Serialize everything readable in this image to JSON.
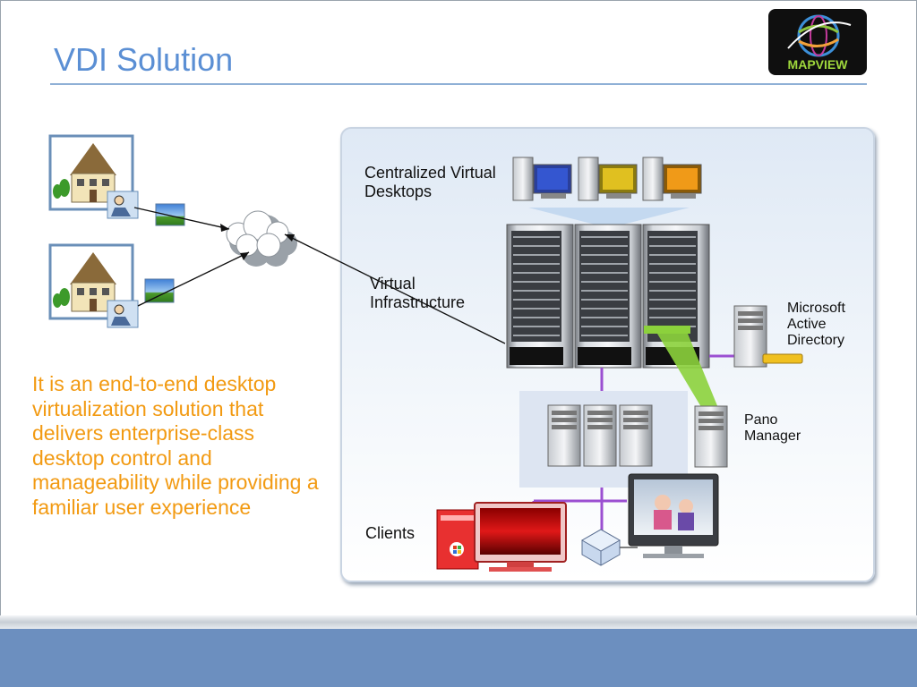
{
  "slide": {
    "title": "VDI Solution",
    "description": "It is an end-to-end desktop virtualization solution that delivers enterprise-class desktop control and manageability while providing a familiar user experience"
  },
  "logo": {
    "text": "MAPVIEW",
    "icon": "globe-logo-icon"
  },
  "diagram": {
    "labels": {
      "centralized": "Centralized Virtual Desktops",
      "virtual": "Virtual Infrastructure",
      "ms_ad": "Microsoft Active Directory",
      "pano": "Pano Manager",
      "clients": "Clients"
    }
  },
  "colors": {
    "title": "#5b8fd4",
    "description": "#f29a12",
    "footer": "#6c8fbf",
    "link_purple": "#9b4fd1",
    "link_green": "#8cd13c"
  }
}
